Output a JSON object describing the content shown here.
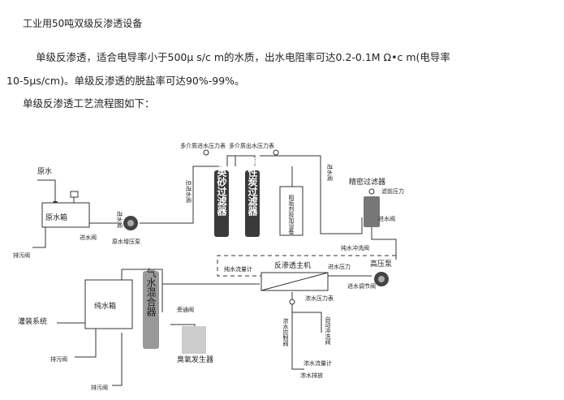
{
  "page_title": "工业用50吨双级反渗透设备",
  "paragraph1": "单级反渗透，适合电导率小于500μ s/c m的水质，出水电阻率可达0.2-0.1M Ω•c m(电导率",
  "paragraph2": "10-5μs/cm)。单级反渗透的脱盐率可达90%-99%。",
  "paragraph3": "单级反渗透工艺流程图如下：",
  "diagram": {
    "raw_water": "原水",
    "raw_tank": "原水箱",
    "drain_valve_1": "排污阀",
    "inlet_valve_1": "进水阀",
    "inlet_valve_2": "进水阀",
    "booster_pump": "原水增压泵",
    "main_inlet_valve": "总进水阀",
    "multi_inlet_gauge": "多介质进水压力表",
    "multi_outlet_gauge": "多介质出水压力表",
    "quartz_filter": "石英砂过滤器",
    "carbon_filter": "活性炭过滤器",
    "dosing_device": "阻垢剂投加设备",
    "inlet_valve_3": "进水阀",
    "precision_filter": "精密过滤器",
    "filter_pressure": "滤前压力",
    "inlet_valve_4": "进水阀",
    "pure_flush_valve": "纯水冲洗阀",
    "pure_flow_meter": "纯水流量计",
    "ro_host": "反渗透主机",
    "inlet_pressure": "进水压力",
    "high_pressure_pump": "高压泵",
    "inlet_regulating_valve": "进水调节阀",
    "pure_tank": "纯水箱",
    "gas_water_mixer": "气水混合器",
    "bypass_valve": "旁通阀",
    "ozone_generator": "臭氧发生器",
    "conc_pressure_gauge": "浓水压力表",
    "conc_control_valve": "浓水控制阀",
    "auto_flush_valve": "自动冲洗阀",
    "conc_flow_meter": "浓水流量计",
    "conc_drain": "浓水排放",
    "filling_system": "灌装系统",
    "drain_valve_2": "排污阀",
    "drain_valve_3": "排污阀"
  }
}
